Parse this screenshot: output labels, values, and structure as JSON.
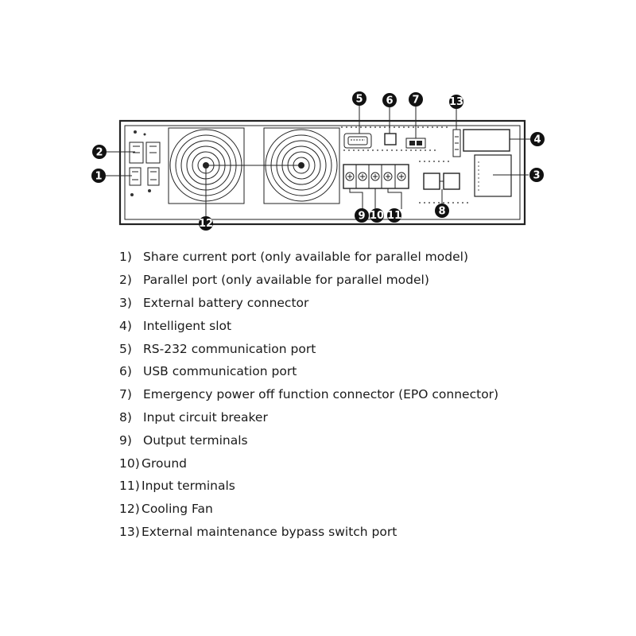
{
  "callouts": {
    "c1": "1",
    "c2": "2",
    "c3": "3",
    "c4": "4",
    "c5": "5",
    "c6": "6",
    "c7": "7",
    "c8": "8",
    "c9": "9",
    "c10": "10",
    "c11": "11",
    "c12": "12",
    "c13": "13"
  },
  "legend": {
    "items": [
      {
        "num": "1)",
        "text": "Share current port (only available for parallel model)"
      },
      {
        "num": "2)",
        "text": "Parallel port (only available for parallel model)"
      },
      {
        "num": "3)",
        "text": "External battery connector"
      },
      {
        "num": "4)",
        "text": "Intelligent slot"
      },
      {
        "num": "5)",
        "text": "RS-232 communication port"
      },
      {
        "num": "6)",
        "text": "USB communication port"
      },
      {
        "num": "7)",
        "text": "Emergency power off function connector (EPO connector)"
      },
      {
        "num": "8)",
        "text": "Input circuit breaker"
      },
      {
        "num": "9)",
        "text": "Output terminals"
      },
      {
        "num": "10)",
        "text": "Ground"
      },
      {
        "num": "11)",
        "text": "Input terminals"
      },
      {
        "num": "12)",
        "text": "Cooling Fan"
      },
      {
        "num": "13)",
        "text": "External maintenance bypass switch port"
      }
    ]
  }
}
